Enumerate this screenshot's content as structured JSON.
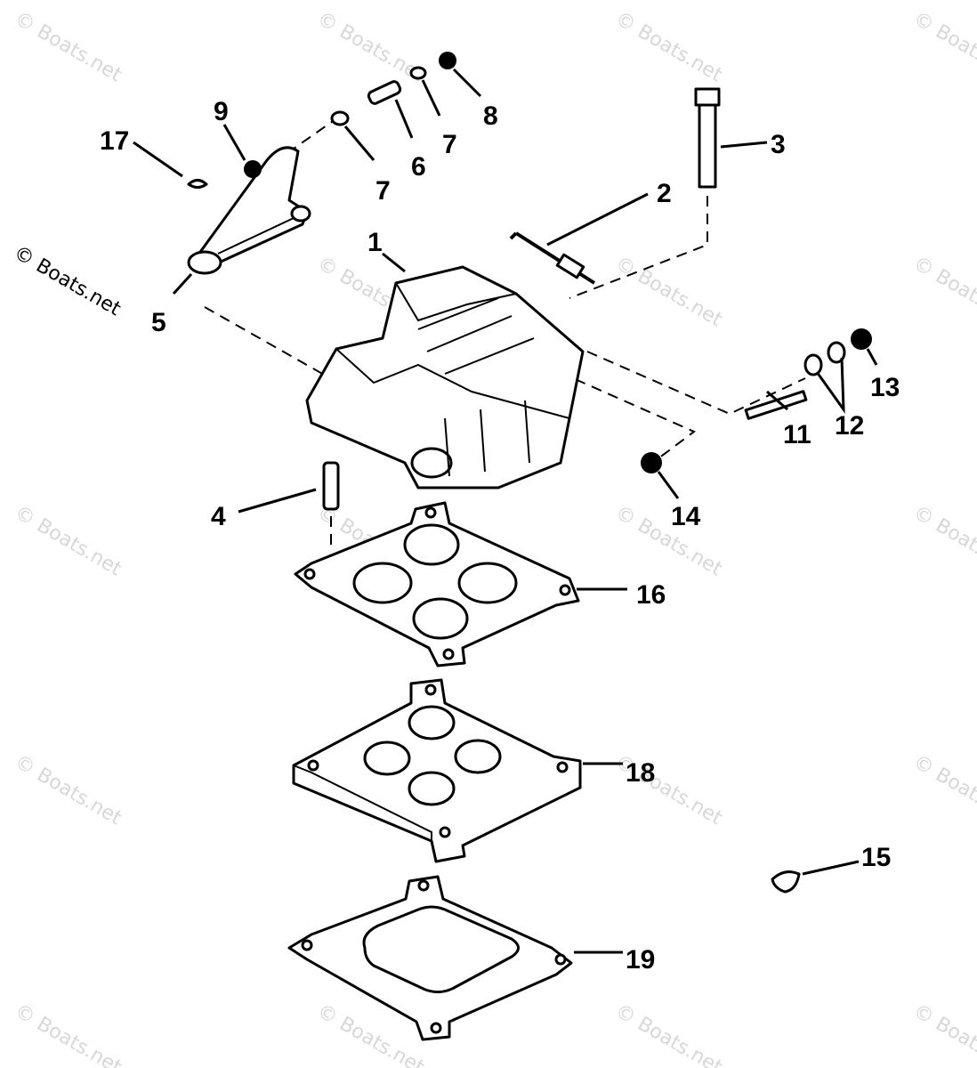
{
  "watermark": "© Boats.net",
  "callouts": [
    {
      "id": "c1",
      "label": "1"
    },
    {
      "id": "c2",
      "label": "2"
    },
    {
      "id": "c3",
      "label": "3"
    },
    {
      "id": "c4",
      "label": "4"
    },
    {
      "id": "c5",
      "label": "5"
    },
    {
      "id": "c6",
      "label": "6"
    },
    {
      "id": "c7a",
      "label": "7"
    },
    {
      "id": "c7b",
      "label": "7"
    },
    {
      "id": "c8",
      "label": "8"
    },
    {
      "id": "c9",
      "label": "9"
    },
    {
      "id": "c11",
      "label": "11"
    },
    {
      "id": "c12",
      "label": "12"
    },
    {
      "id": "c13",
      "label": "13"
    },
    {
      "id": "c14",
      "label": "14"
    },
    {
      "id": "c15",
      "label": "15"
    },
    {
      "id": "c16",
      "label": "16"
    },
    {
      "id": "c17",
      "label": "17"
    },
    {
      "id": "c18",
      "label": "18"
    },
    {
      "id": "c19",
      "label": "19"
    }
  ]
}
